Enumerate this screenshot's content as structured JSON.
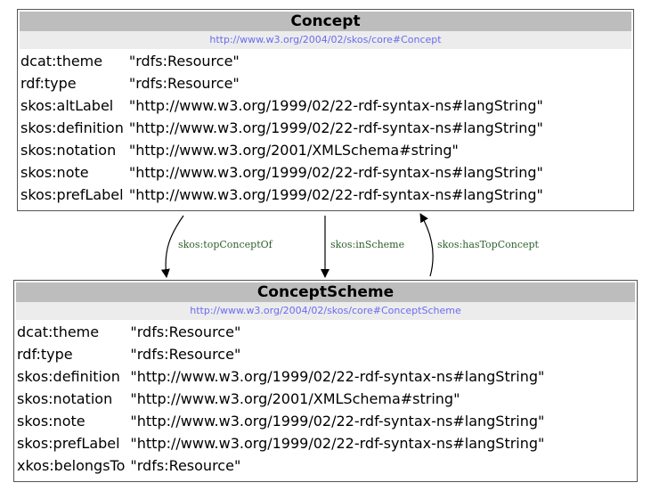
{
  "nodes": [
    {
      "title": "Concept",
      "uri": "http://www.w3.org/2004/02/skos/core#Concept",
      "properties": [
        {
          "key": "dcat:theme",
          "value": "\"rdfs:Resource\""
        },
        {
          "key": "rdf:type",
          "value": "\"rdfs:Resource\""
        },
        {
          "key": "skos:altLabel",
          "value": "\"http://www.w3.org/1999/02/22-rdf-syntax-ns#langString\""
        },
        {
          "key": "skos:definition",
          "value": "\"http://www.w3.org/1999/02/22-rdf-syntax-ns#langString\""
        },
        {
          "key": "skos:notation",
          "value": "\"http://www.w3.org/2001/XMLSchema#string\""
        },
        {
          "key": "skos:note",
          "value": "\"http://www.w3.org/1999/02/22-rdf-syntax-ns#langString\""
        },
        {
          "key": "skos:prefLabel",
          "value": "\"http://www.w3.org/1999/02/22-rdf-syntax-ns#langString\""
        }
      ]
    },
    {
      "title": "ConceptScheme",
      "uri": "http://www.w3.org/2004/02/skos/core#ConceptScheme",
      "properties": [
        {
          "key": "dcat:theme",
          "value": "\"rdfs:Resource\""
        },
        {
          "key": "rdf:type",
          "value": "\"rdfs:Resource\""
        },
        {
          "key": "skos:definition",
          "value": "\"http://www.w3.org/1999/02/22-rdf-syntax-ns#langString\""
        },
        {
          "key": "skos:notation",
          "value": "\"http://www.w3.org/2001/XMLSchema#string\""
        },
        {
          "key": "skos:note",
          "value": "\"http://www.w3.org/1999/02/22-rdf-syntax-ns#langString\""
        },
        {
          "key": "skos:prefLabel",
          "value": "\"http://www.w3.org/1999/02/22-rdf-syntax-ns#langString\""
        },
        {
          "key": "xkos:belongsTo",
          "value": "\"rdfs:Resource\""
        }
      ]
    }
  ],
  "edges": [
    {
      "label": "skos:topConceptOf",
      "from": "Concept",
      "to": "ConceptScheme"
    },
    {
      "label": "skos:inScheme",
      "from": "Concept",
      "to": "ConceptScheme"
    },
    {
      "label": "skos:hasTopConcept",
      "from": "ConceptScheme",
      "to": "Concept"
    }
  ],
  "colors": {
    "header_bg": "#bdbdbd",
    "uri_bg": "#ececec",
    "uri_text": "#6b6bf0",
    "edge_label": "#2e5e2e",
    "border": "#555555"
  }
}
